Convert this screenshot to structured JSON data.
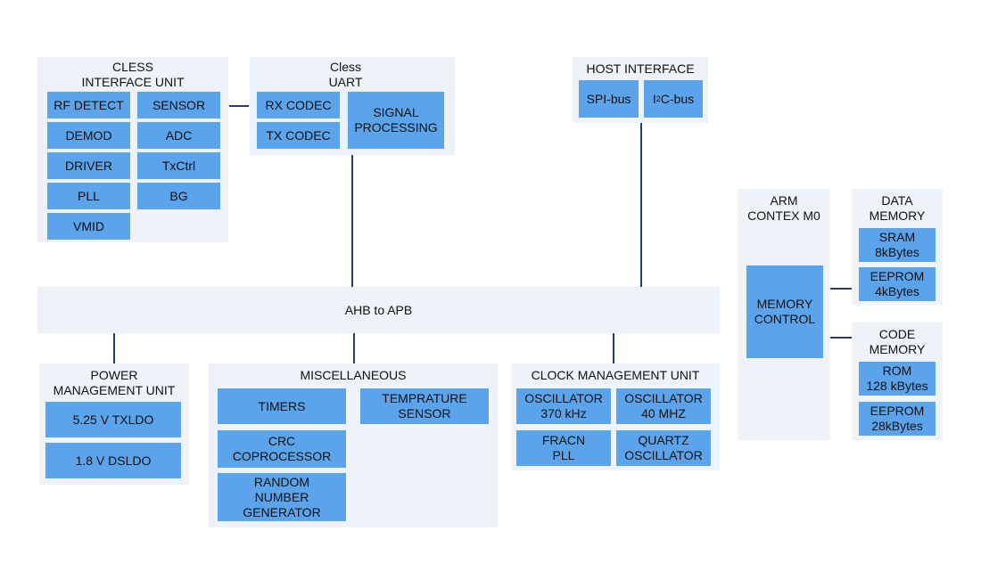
{
  "cless_interface_unit": {
    "title": "CLESS\nINTERFACE UNIT",
    "blocks": [
      "RF DETECT",
      "SENSOR",
      "DEMOD",
      "ADC",
      "DRIVER",
      "TxCtrl",
      "PLL",
      "BG",
      "VMID"
    ]
  },
  "cless_uart": {
    "title": "Cless\nUART",
    "blocks": [
      "RX CODEC",
      "TX CODEC",
      "SIGNAL\nPROCESSING"
    ]
  },
  "host_interface": {
    "title": "HOST INTERFACE",
    "spi": "SPI-bus",
    "i2c_prefix": "I",
    "i2c_sup": "2",
    "i2c_suffix": "C-bus"
  },
  "bus": {
    "label": "AHB to APB"
  },
  "arm": {
    "title": "ARM\nCONTEX M0",
    "memory_control": "MEMORY\nCONTROL"
  },
  "data_memory": {
    "title": "DATA\nMEMORY",
    "blocks": [
      "SRAM\n8kBytes",
      "EEPROM\n4kBytes"
    ]
  },
  "code_memory": {
    "title": "CODE\nMEMORY",
    "blocks": [
      "ROM\n128 kBytes",
      "EEPROM\n28kBytes"
    ]
  },
  "power_management_unit": {
    "title": "POWER\nMANAGEMENT UNIT",
    "blocks": [
      "5.25 V TXLDO",
      "1.8 V DSLDO"
    ]
  },
  "miscellaneous": {
    "title": "MISCELLANEOUS",
    "blocks": [
      "TIMERS",
      "TEMPRATURE\nSENSOR",
      "CRC\nCOPROCESSOR",
      "RANDOM\nNUMBER\nGENERATOR"
    ]
  },
  "clock_management_unit": {
    "title": "CLOCK MANAGEMENT UNIT",
    "blocks": [
      "OSCILLATOR\n370 kHz",
      "OSCILLATOR\n40 MHZ",
      "FRACN\nPLL",
      "QUARTZ\nOSCILLATOR"
    ]
  },
  "colors": {
    "block": "#5ba3ea",
    "group_bg": "#edf3f8",
    "wire": "#2a3a6a"
  }
}
